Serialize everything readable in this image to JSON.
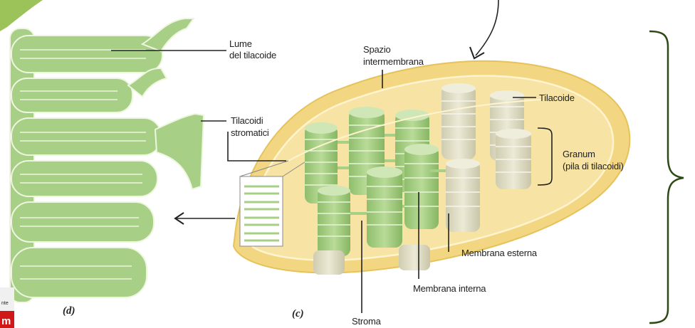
{
  "labels": {
    "lume_line1": "Lume",
    "lume_line2": "del tilacoide",
    "tilacoidi_line1": "Tilacoidi",
    "tilacoidi_line2": "stromatici",
    "spazio_line1": "Spazio",
    "spazio_line2": "intermembrana",
    "tilacoide": "Tilacoide",
    "granum_line1": "Granum",
    "granum_line2": "(pila di tilacoidi)",
    "membrana_esterna": "Membrana esterna",
    "membrana_interna": "Membrana interna",
    "stroma": "Stroma"
  },
  "panels": {
    "d": "(d)",
    "c": "(c)"
  },
  "colors": {
    "leaf_green": "#9cc25a",
    "thylakoid_green": "#a7cf86",
    "thylakoid_light": "#cde3b6",
    "thylakoid_outline": "#eef6df",
    "chloroplast_yellow": "#f3d682",
    "chloroplast_inner": "#f7e3a3",
    "grana_faded": "#d9d7bf",
    "bracket_green": "#2d4a14"
  }
}
